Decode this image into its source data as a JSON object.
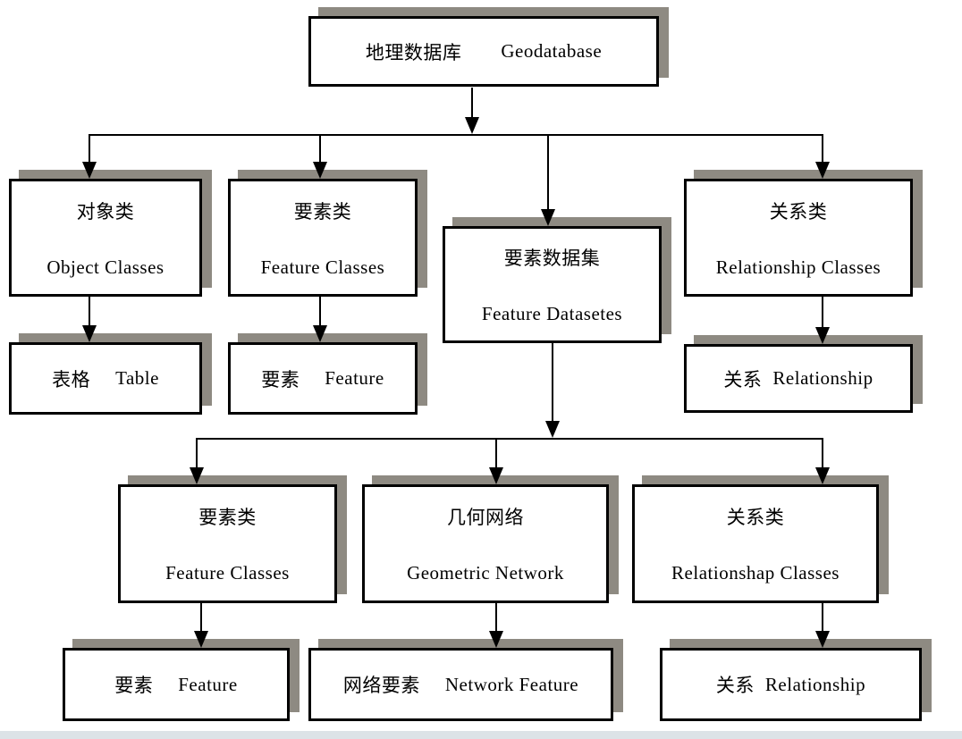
{
  "diagram_title": "Geodatabase structure hierarchy",
  "colors": {
    "box_border": "#000000",
    "box_shadow": "#8e8a82",
    "background": "#ffffff",
    "bottom_bar": "#dce3e7",
    "text": "#000000"
  },
  "nodes": {
    "geodatabase": {
      "zh": "地理数据库",
      "en": "Geodatabase"
    },
    "object_classes": {
      "zh": "对象类",
      "en": "Object Classes"
    },
    "feature_classes_top": {
      "zh": "要素类",
      "en": "Feature Classes"
    },
    "feature_datasets": {
      "zh": "要素数据集",
      "en": "Feature Datasetes"
    },
    "relationship_classes": {
      "zh": "关系类",
      "en": "Relationship Classes"
    },
    "table": {
      "zh": "表格",
      "en": "Table"
    },
    "feature_top": {
      "zh": "要素",
      "en": "Feature"
    },
    "relationship_top": {
      "zh": "关系",
      "en": "Relationship"
    },
    "feature_classes_sub": {
      "zh": "要素类",
      "en": "Feature Classes"
    },
    "geometric_network": {
      "zh": "几何网络",
      "en": "Geometric Network"
    },
    "relationshap_classes": {
      "zh": "关系类",
      "en": "Relationshap Classes"
    },
    "feature_sub": {
      "zh": "要素",
      "en": "Feature"
    },
    "network_feature": {
      "zh": "网络要素",
      "en": "Network Feature"
    },
    "relationship_sub": {
      "zh": "关系",
      "en": "Relationship"
    }
  },
  "edges": [
    {
      "from": "geodatabase",
      "to": "object_classes"
    },
    {
      "from": "geodatabase",
      "to": "feature_classes_top"
    },
    {
      "from": "geodatabase",
      "to": "feature_datasets"
    },
    {
      "from": "geodatabase",
      "to": "relationship_classes"
    },
    {
      "from": "object_classes",
      "to": "table"
    },
    {
      "from": "feature_classes_top",
      "to": "feature_top"
    },
    {
      "from": "relationship_classes",
      "to": "relationship_top"
    },
    {
      "from": "feature_datasets",
      "to": "feature_classes_sub"
    },
    {
      "from": "feature_datasets",
      "to": "geometric_network"
    },
    {
      "from": "feature_datasets",
      "to": "relationshap_classes"
    },
    {
      "from": "feature_classes_sub",
      "to": "feature_sub"
    },
    {
      "from": "geometric_network",
      "to": "network_feature"
    },
    {
      "from": "relationshap_classes",
      "to": "relationship_sub"
    }
  ]
}
